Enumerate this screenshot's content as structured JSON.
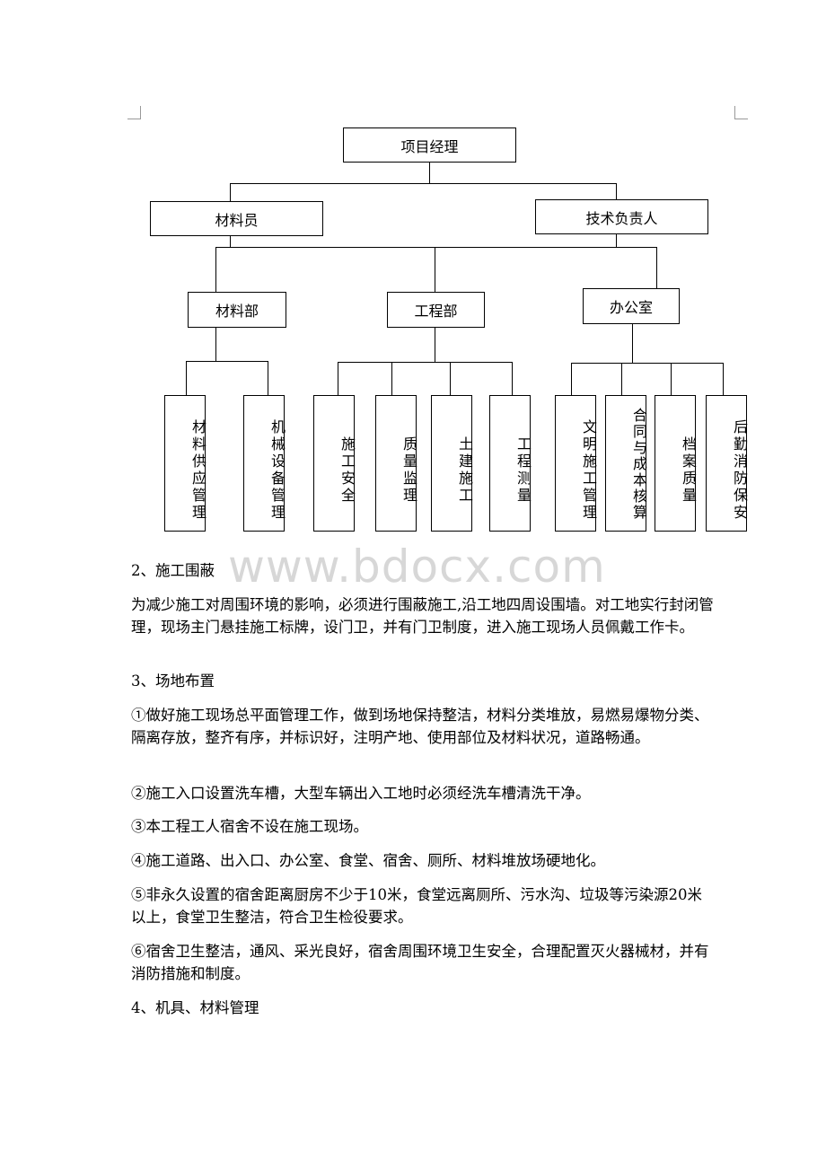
{
  "org_chart": {
    "root": "项目经理",
    "level1": [
      "材料员",
      "技术负责人"
    ],
    "departments": [
      "材料部",
      "工程部",
      "办公室"
    ],
    "materials_subs": [
      "材料供应管理",
      "机械设备管理"
    ],
    "engineering_subs": [
      "施工安全",
      "质量监理",
      "土建施工",
      "工程测量"
    ],
    "office_subs": [
      "文明施工管理",
      "合同与成本核算",
      "档案质量",
      "后勤消防保安"
    ]
  },
  "watermark": "www.bdocx.com",
  "sections": {
    "s2_heading": "2、施工围蔽",
    "s2_para": "为减少施工对周围环境的影响，必须进行围蔽施工,沿工地四周设围墙。对工地实行封闭管理，现场主门悬挂施工标牌，设门卫，并有门卫制度，进入施工现场人员佩戴工作卡。",
    "s3_heading": "3、场地布置",
    "items": [
      "①做好施工现场总平面管理工作，做到场地保持整洁，材料分类堆放，易燃易爆物分类、隔离存放，整齐有序，并标识好，注明产地、使用部位及材料状况，道路畅通。",
      "②施工入口设置洗车槽，大型车辆出入工地时必须经洗车槽清洗干净。",
      "③本工程工人宿舍不设在施工现场。",
      "④施工道路、出入口、办公室、食堂、宿舍、厕所、材料堆放场硬地化。",
      "⑤非永久设置的宿舍距离厨房不少于10米，食堂远离厕所、污水沟、垃圾等污染源20米以上，食堂卫生整洁，符合卫生检役要求。",
      "⑥宿舍卫生整洁，通风、采光良好，宿舍周围环境卫生安全，合理配置灭火器械材，并有消防措施和制度。"
    ],
    "s4_heading": "4、机具、材料管理"
  }
}
